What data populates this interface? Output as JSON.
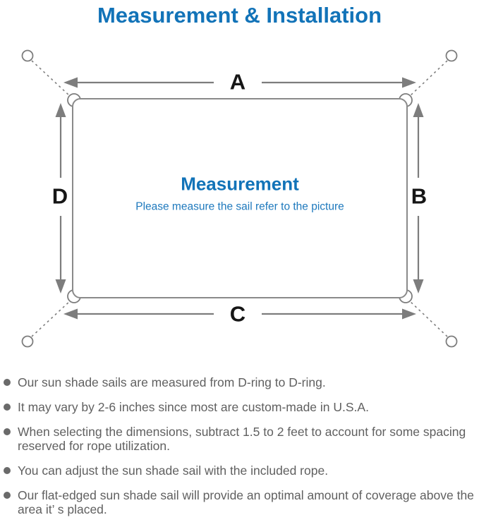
{
  "title": "Measurement & Installation",
  "diagram": {
    "heading": "Measurement",
    "subheading": "Please measure the sail refer to the picture",
    "labels": {
      "top": "A",
      "right": "B",
      "bottom": "C",
      "left": "D"
    }
  },
  "notes": [
    "Our sun shade sails are measured from D-ring to D-ring.",
    "It may vary by 2-6 inches since most are custom-made in U.S.A.",
    "When selecting the dimensions, subtract 1.5 to 2 feet to account for some spacing reserved for rope utilization.",
    "You can adjust the sun shade sail with the included rope.",
    "Our flat-edged sun shade sail will provide an optimal amount of coverage above the area it’ s placed."
  ],
  "colors": {
    "accent_blue": "#1273b8",
    "line_gray": "#7d7d7d",
    "label_black": "#161616",
    "note_gray": "#606060"
  }
}
